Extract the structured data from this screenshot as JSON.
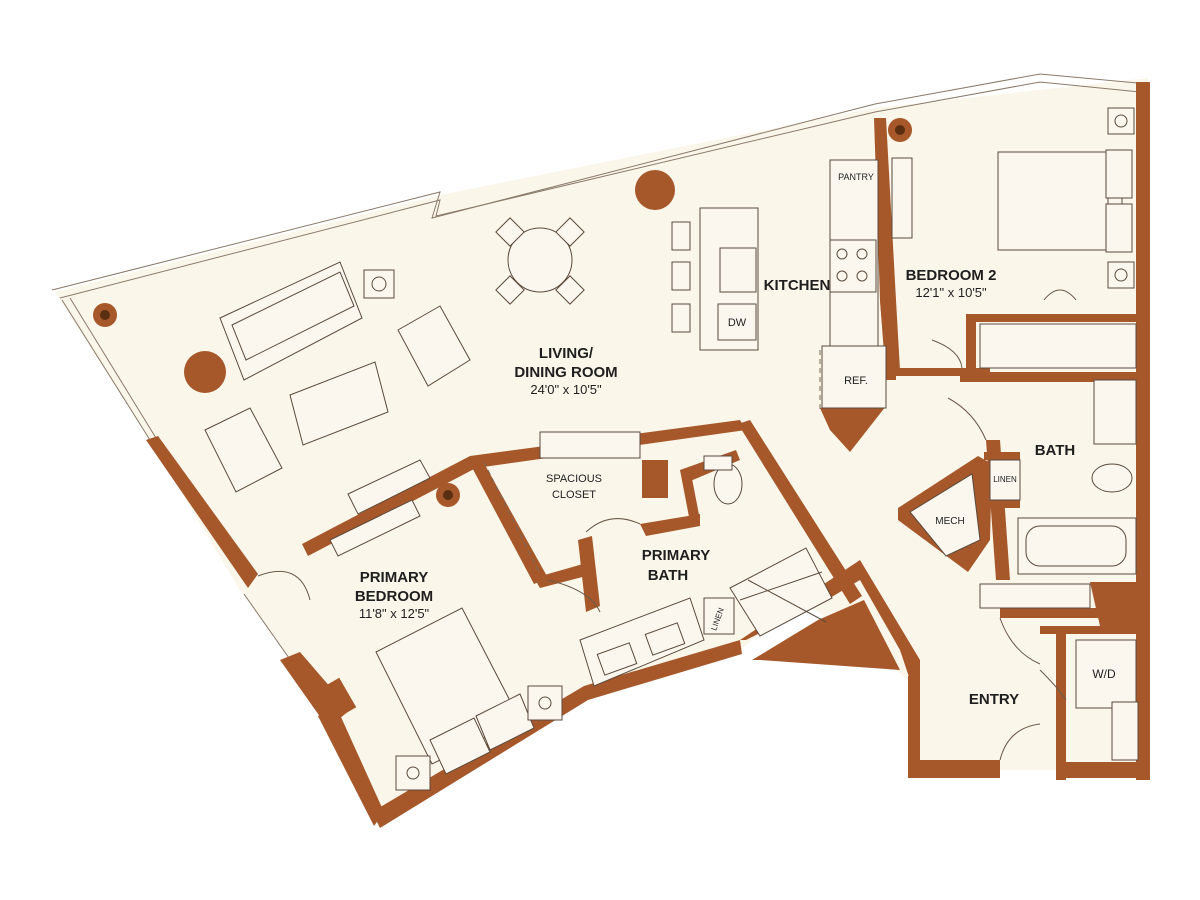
{
  "colors": {
    "wall": "#a6582a",
    "floor": "#fbf6ea",
    "text": "#1f1f1f",
    "accent_round": "#a6582a"
  },
  "rooms": {
    "living": {
      "name_line1": "LIVING/",
      "name_line2": "DINING ROOM",
      "dims": "24'0\" x 10'5\""
    },
    "kitchen": {
      "name": "KITCHEN"
    },
    "bedroom2": {
      "name": "BEDROOM 2",
      "dims": "12'1\" x 10'5\""
    },
    "bath": {
      "name": "BATH"
    },
    "primary_bedroom": {
      "name_line1": "PRIMARY",
      "name_line2": "BEDROOM",
      "dims": "11'8\" x 12'5\""
    },
    "primary_bath": {
      "name_line1": "PRIMARY",
      "name_line2": "BATH"
    },
    "closet": {
      "name_line1": "SPACIOUS",
      "name_line2": "CLOSET"
    },
    "entry": {
      "name": "ENTRY"
    }
  },
  "fixtures": {
    "pantry": "PANTRY",
    "dw": "DW",
    "ref": "REF.",
    "linen_bath": "LINEN",
    "linen_primary": "LINEN",
    "mech": "MECH",
    "wd": "W/D"
  },
  "icons": [
    "plant-icon",
    "lamp-icon",
    "sink-icon",
    "toilet-icon",
    "bathtub-icon",
    "shower-icon",
    "stove-icon"
  ]
}
